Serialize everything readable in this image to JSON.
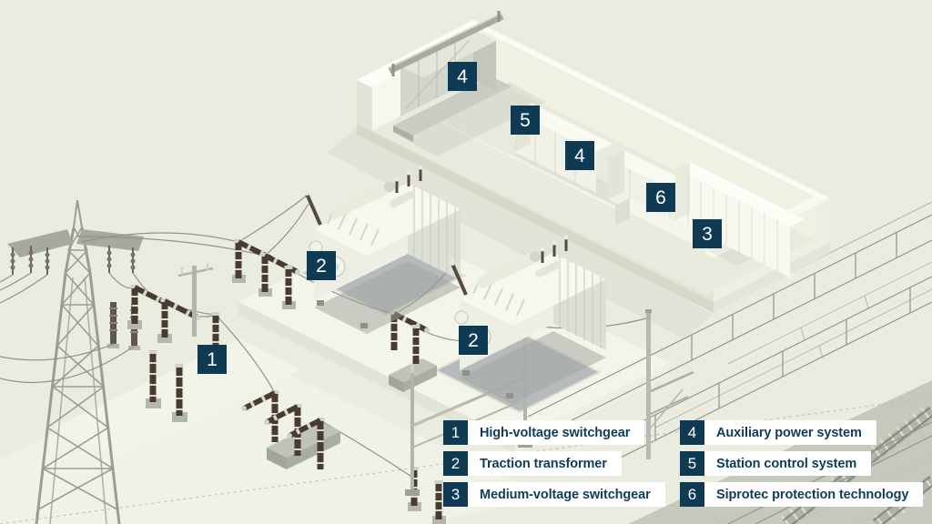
{
  "colors": {
    "accent_navy": "#0e3a54",
    "background": "#eaece0",
    "legend_text": "#113c59",
    "legend_strip": "#ffffff"
  },
  "markers": [
    {
      "label": "1",
      "refers_to": "high-voltage-switchgear"
    },
    {
      "label": "2",
      "refers_to": "traction-transformer-1"
    },
    {
      "label": "2",
      "refers_to": "traction-transformer-2"
    },
    {
      "label": "4",
      "refers_to": "auxiliary-power-machine"
    },
    {
      "label": "5",
      "refers_to": "station-control-system"
    },
    {
      "label": "4",
      "refers_to": "auxiliary-power-cabinets"
    },
    {
      "label": "6",
      "refers_to": "siprotec-protection-technology"
    },
    {
      "label": "3",
      "refers_to": "medium-voltage-switchgear"
    }
  ],
  "legend": {
    "left": [
      {
        "number": "1",
        "label": "High-voltage switchgear"
      },
      {
        "number": "2",
        "label": "Traction transformer"
      },
      {
        "number": "3",
        "label": "Medium-voltage switchgear"
      }
    ],
    "right": [
      {
        "number": "4",
        "label": "Auxiliary power system"
      },
      {
        "number": "5",
        "label": "Station control system"
      },
      {
        "number": "6",
        "label": "Siprotec protection technology"
      }
    ]
  }
}
